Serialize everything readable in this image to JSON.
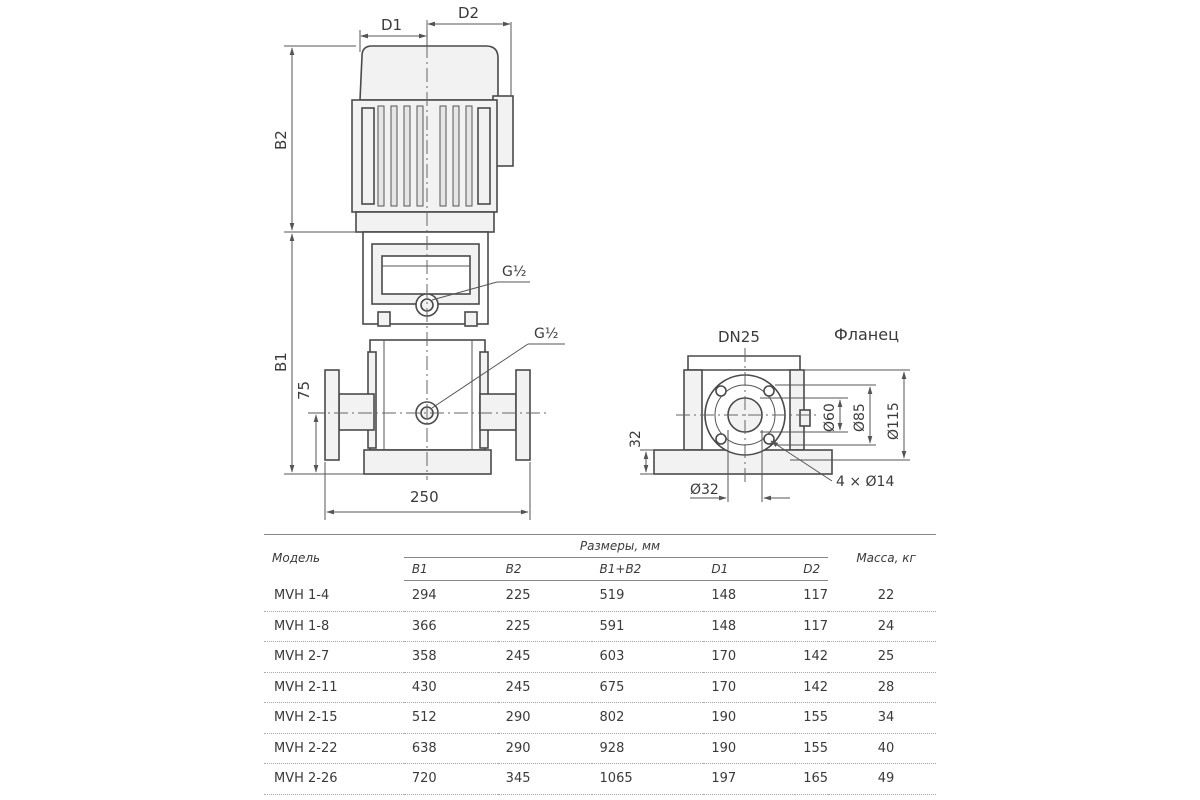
{
  "drawing": {
    "labels": {
      "d1": "D1",
      "d2": "D2",
      "b2": "B2",
      "b1": "B1",
      "h75": "75",
      "port_upper": "G½",
      "port_lower": "G½",
      "width": "250",
      "dn": "DN25",
      "flange_title": "Фланец",
      "d60": "Ø60",
      "d85": "Ø85",
      "d115": "Ø115",
      "h32": "32",
      "d32": "Ø32",
      "holes": "4 × Ø14"
    }
  },
  "table": {
    "model_header": "Модель",
    "dims_header": "Размеры, мм",
    "mass_header": "Масса, кг",
    "columns": [
      "B1",
      "B2",
      "B1+B2",
      "D1",
      "D2"
    ],
    "rows": [
      [
        "MVH 1-4",
        "294",
        "225",
        "519",
        "148",
        "117",
        "22"
      ],
      [
        "MVH 1-8",
        "366",
        "225",
        "591",
        "148",
        "117",
        "24"
      ],
      [
        "MVH 2-7",
        "358",
        "245",
        "603",
        "170",
        "142",
        "25"
      ],
      [
        "MVH 2-11",
        "430",
        "245",
        "675",
        "170",
        "142",
        "28"
      ],
      [
        "MVH 2-15",
        "512",
        "290",
        "802",
        "190",
        "155",
        "34"
      ],
      [
        "MVH 2-22",
        "638",
        "290",
        "928",
        "190",
        "155",
        "40"
      ],
      [
        "MVH 2-26",
        "720",
        "345",
        "1065",
        "197",
        "165",
        "49"
      ]
    ]
  }
}
